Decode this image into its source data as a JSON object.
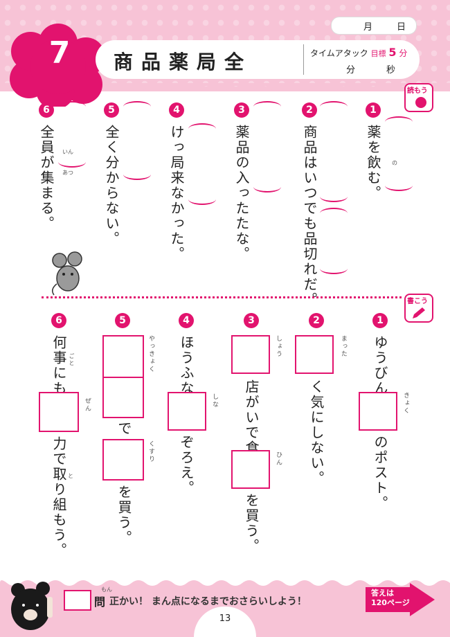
{
  "header": {
    "lesson_number": "7",
    "title": "商品薬局全",
    "time_attack": "タイムアタック",
    "goal_label": "目標",
    "goal_value": "5",
    "goal_unit": "分",
    "minutes_label": "分",
    "seconds_label": "秒",
    "month_label": "月",
    "day_label": "日"
  },
  "read_section": {
    "label": "読もう",
    "items": [
      {
        "num": "1",
        "text": "薬を飲む。",
        "ruby": "の"
      },
      {
        "num": "2",
        "text": "商品はいつでも品切れだ。",
        "ruby": ""
      },
      {
        "num": "3",
        "text": "薬品の入ったたな。",
        "ruby": ""
      },
      {
        "num": "4",
        "text": "けっ局来なかった。",
        "ruby": ""
      },
      {
        "num": "5",
        "text": "全く分からない。",
        "ruby": ""
      },
      {
        "num": "6",
        "text": "全員が集まる。",
        "ruby1": "いん",
        "ruby2": "あつ"
      }
    ]
  },
  "write_section": {
    "label": "書こう",
    "items": [
      {
        "num": "1",
        "before": "ゆうびん",
        "ruby": "きょく",
        "after": "のポスト。"
      },
      {
        "num": "2",
        "ruby": "まった",
        "after": "く気にしない。"
      },
      {
        "num": "3",
        "ruby1": "しょう",
        "mid": "店がいで食",
        "ruby2": "ひん",
        "after": "を買う。"
      },
      {
        "num": "4",
        "before": "ほうふな",
        "ruby": "しな",
        "after": "ぞろえ。"
      },
      {
        "num": "5",
        "ruby1": "やっきょく",
        "mid": "で",
        "ruby2": "くすり",
        "after": "を買う。"
      },
      {
        "num": "6",
        "before": "何事にも",
        "ruby0": "ごと",
        "ruby": "ぜん",
        "after": "力で取り組もう。",
        "ruby3": "と"
      }
    ]
  },
  "footer": {
    "question_label": "問",
    "question_ruby": "もん",
    "message": "正かい！ まん点になるまでおさらいしよう！",
    "answer_note_line1": "答えは",
    "answer_note_line2": "120ページ",
    "page_number": "13"
  },
  "colors": {
    "accent": "#e2136e",
    "band": "#f7c3d6"
  }
}
